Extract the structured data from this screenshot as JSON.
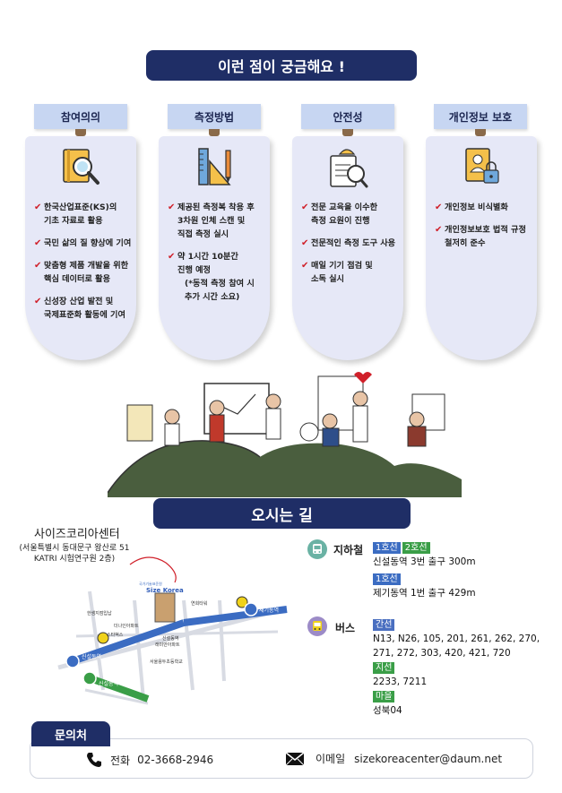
{
  "header": {
    "title": "이런 점이 궁금해요 !"
  },
  "cards": [
    {
      "title": "참여의의",
      "icon": "magnifier-book-icon",
      "items": [
        [
          "한국산업표준(KS)의",
          "기초 자료로 활용"
        ],
        [
          "국민 삶의 질 향상에 기여"
        ],
        [
          "맞춤형 제품 개발을 위한",
          "핵심 데이터로 활용"
        ],
        [
          "신성장 산업 발전 및",
          "국제표준화 활동에 기여"
        ]
      ]
    },
    {
      "title": "측정방법",
      "icon": "ruler-pencil-icon",
      "items": [
        [
          "제공된 측정복 착용 후",
          "3차원 인체 스캔 및",
          "직접 측정 실시"
        ],
        [
          "약 1시간 10분간",
          "진행 예정",
          "(*동적 측정 참여 시",
          "추가 시간 소요)"
        ]
      ]
    },
    {
      "title": "안전성",
      "icon": "safety-checklist-icon",
      "items": [
        [
          "전문 교육을 이수한",
          "측정 요원이 진행"
        ],
        [
          "전문적인 측정 도구 사용"
        ],
        [
          "매일 기기 점검 및",
          "소독 실시"
        ]
      ]
    },
    {
      "title": "개인정보 보호",
      "icon": "user-lock-document-icon",
      "items": [
        [
          "개인정보 비식별화"
        ],
        [
          "개인정보보호 법적 규정",
          "철저히 준수"
        ]
      ]
    }
  ],
  "directions": {
    "title": "오시는 길",
    "center_name": "사이즈코리아센터",
    "center_addr": [
      "(서울특별시 동대문구 왕산로 51",
      "KATRI 시험연구원 2층)"
    ],
    "map": {
      "logo_small": "국가기술표준원",
      "logo": "Size Korea",
      "labels": [
        "연희타워",
        "한샘지점입납",
        "더나인아파트",
        "스타벅스",
        "신설동역",
        "래미안아파트",
        "서울용두초등학교",
        "제기동역",
        "신설동역",
        "신설동역"
      ]
    },
    "subway": {
      "label": "지하철",
      "lines": [
        {
          "tags": [
            "1호선",
            "2호선"
          ],
          "text": "신설동역 3번 출구 300m"
        },
        {
          "tags": [
            "1호선"
          ],
          "text": "제기동역 1번 출구 429m"
        }
      ]
    },
    "bus": {
      "label": "버스",
      "groups": [
        {
          "tag": "간선",
          "lines": [
            "N13, N26, 105, 201, 261, 262, 270,",
            "271, 272, 303, 420, 421, 720"
          ]
        },
        {
          "tag": "지선",
          "lines": [
            "2233, 7211"
          ]
        },
        {
          "tag": "마을",
          "lines": [
            "성북04"
          ]
        }
      ]
    }
  },
  "contact": {
    "title": "문의처",
    "phone_label": "전화",
    "phone": "02-3668-2946",
    "email_label": "이메일",
    "email": "sizekoreacenter@daum.net"
  },
  "colors": {
    "navy": "#1f2e66",
    "card": "#e6e8f7",
    "tab": "#c7d6f2",
    "check": "#d0202a",
    "line1": "#3b6cc2",
    "line2": "#3a9e47"
  }
}
